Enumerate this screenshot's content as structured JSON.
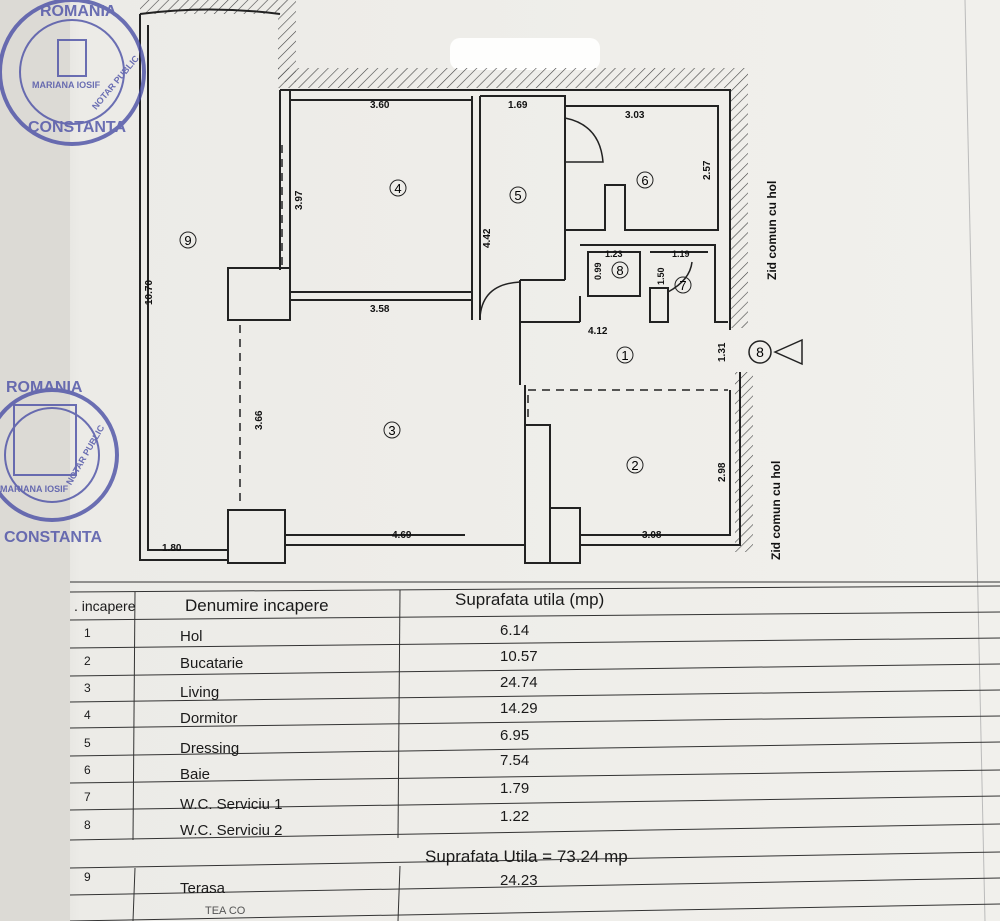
{
  "stamps": {
    "top": {
      "text_lines": [
        "ROMANIA",
        "MARIANA IOSIF",
        "NOTAR PUBLIC",
        "CONSTANTA"
      ]
    },
    "bottom": {
      "text_lines": [
        "ROMANIA",
        "MARIANA IOSIF",
        "NOTAR PUBLIC",
        "CONSTANTA"
      ]
    }
  },
  "plan": {
    "rooms": [
      {
        "number": "1"
      },
      {
        "number": "2"
      },
      {
        "number": "3"
      },
      {
        "number": "4"
      },
      {
        "number": "5"
      },
      {
        "number": "6"
      },
      {
        "number": "7"
      },
      {
        "number": "8"
      },
      {
        "number": "9"
      }
    ],
    "entrance_marker": "8",
    "dimensions": {
      "d360": "3.60",
      "d169": "1.69",
      "d303": "3.03",
      "d397": "3.97",
      "d442": "4.42",
      "d257": "2.57",
      "d123": "1.23",
      "d119": "1.19",
      "d099": "0.99",
      "d150": "1.50",
      "d358": "3.58",
      "d412": "4.12",
      "d131": "1.31",
      "d1070": "10.70",
      "d366": "3.66",
      "d298": "2.98",
      "d180": "1.80",
      "d469": "4.69",
      "d308": "3.08"
    },
    "wall_notes": [
      "Zid comun cu hol",
      "Zid comun cu hol"
    ]
  },
  "table": {
    "headers": {
      "nr": ". incapere",
      "name": "Denumire incapere",
      "area": "Suprafata utila (mp)"
    },
    "rows": [
      {
        "nr": "1",
        "name": "Hol",
        "area": "6.14"
      },
      {
        "nr": "2",
        "name": "Bucatarie",
        "area": "10.57"
      },
      {
        "nr": "3",
        "name": "Living",
        "area": "24.74"
      },
      {
        "nr": "4",
        "name": "Dormitor",
        "area": "14.29"
      },
      {
        "nr": "5",
        "name": "Dressing",
        "area": "6.95"
      },
      {
        "nr": "6",
        "name": "Baie",
        "area": "7.54"
      },
      {
        "nr": "7",
        "name": "W.C. Serviciu 1",
        "area": "1.79"
      },
      {
        "nr": "8",
        "name": "W.C. Serviciu 2",
        "area": "1.22"
      }
    ],
    "total": "Suprafata Utila = 73.24 mp",
    "terrace": {
      "nr": "9",
      "name": "Terasa",
      "area": "24.23"
    },
    "footer_partial": "TEA CO"
  }
}
